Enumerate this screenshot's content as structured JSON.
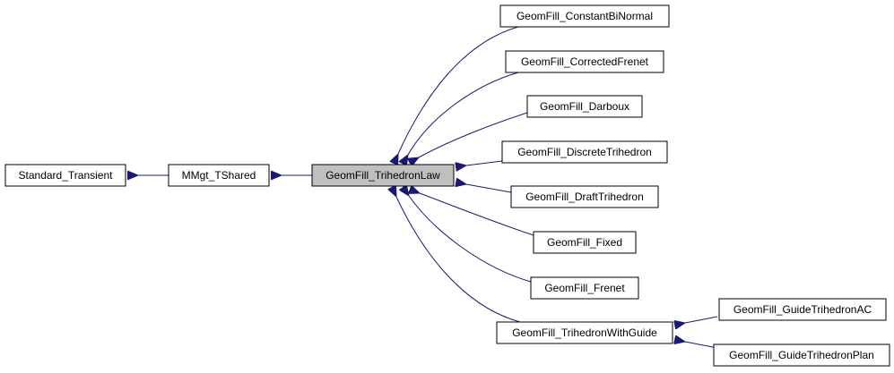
{
  "colors": {
    "edge": "#191970",
    "highlight_fill": "#bfbfbf",
    "node_fill": "#ffffff",
    "node_stroke": "#000000"
  },
  "nodes": {
    "standard_transient": "Standard_Transient",
    "mmgt_tshared": "MMgt_TShared",
    "trihedron_law": "GeomFill_TrihedronLaw",
    "constant_binormal": "GeomFill_ConstantBiNormal",
    "corrected_frenet": "GeomFill_CorrectedFrenet",
    "darboux": "GeomFill_Darboux",
    "discrete_trihedron": "GeomFill_DiscreteTrihedron",
    "draft_trihedron": "GeomFill_DraftTrihedron",
    "fixed": "GeomFill_Fixed",
    "frenet": "GeomFill_Frenet",
    "trihedron_with_guide": "GeomFill_TrihedronWithGuide",
    "guide_trihedron_ac": "GeomFill_GuideTrihedronAC",
    "guide_trihedron_plan": "GeomFill_GuideTrihedronPlan"
  },
  "edges": [
    {
      "from": "mmgt_tshared",
      "to": "standard_transient"
    },
    {
      "from": "trihedron_law",
      "to": "mmgt_tshared"
    },
    {
      "from": "constant_binormal",
      "to": "trihedron_law"
    },
    {
      "from": "corrected_frenet",
      "to": "trihedron_law"
    },
    {
      "from": "darboux",
      "to": "trihedron_law"
    },
    {
      "from": "discrete_trihedron",
      "to": "trihedron_law"
    },
    {
      "from": "draft_trihedron",
      "to": "trihedron_law"
    },
    {
      "from": "fixed",
      "to": "trihedron_law"
    },
    {
      "from": "frenet",
      "to": "trihedron_law"
    },
    {
      "from": "trihedron_with_guide",
      "to": "trihedron_law"
    },
    {
      "from": "guide_trihedron_ac",
      "to": "trihedron_with_guide"
    },
    {
      "from": "guide_trihedron_plan",
      "to": "trihedron_with_guide"
    }
  ]
}
